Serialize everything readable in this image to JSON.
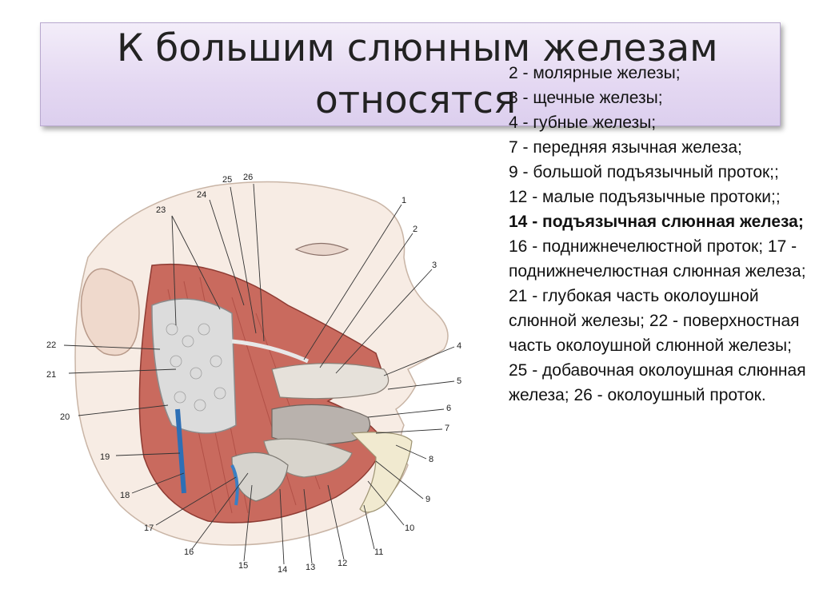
{
  "slide": {
    "title_line1": "К большим слюнным железам",
    "title_line2": "относятся",
    "legend": [
      {
        "text": " 2 - молярные железы;",
        "bold": false
      },
      {
        "text": " 3 - щечные железы;",
        "bold": false
      },
      {
        "text": "4 - губные железы;",
        "bold": false
      },
      {
        "text": "7 - передняя язычная железа;",
        "bold": false
      },
      {
        "text": "9 - большой подъязычный проток;;",
        "bold": false
      },
      {
        "text": "12 - малые подъязычные протоки;;",
        "bold": false
      },
      {
        "text": "14 - подъязычная слюнная железа;",
        "bold": true
      },
      {
        "text": "16 - поднижнечелюстной проток; 17 - поднижнечелюстная слюнная железа; 21 - глубокая часть околоушной слюнной железы; 22 - поверхностная часть околоушной слюнной железы; 25 - добавочная околоушная слюнная железа; 26 - околоушный проток.",
        "bold": false
      }
    ]
  },
  "figure": {
    "labels": [
      "1",
      "2",
      "3",
      "4",
      "5",
      "6",
      "7",
      "8",
      "9",
      "10",
      "11",
      "12",
      "13",
      "14",
      "15",
      "16",
      "17",
      "18",
      "19",
      "20",
      "21",
      "22",
      "23",
      "24",
      "25",
      "26"
    ]
  }
}
